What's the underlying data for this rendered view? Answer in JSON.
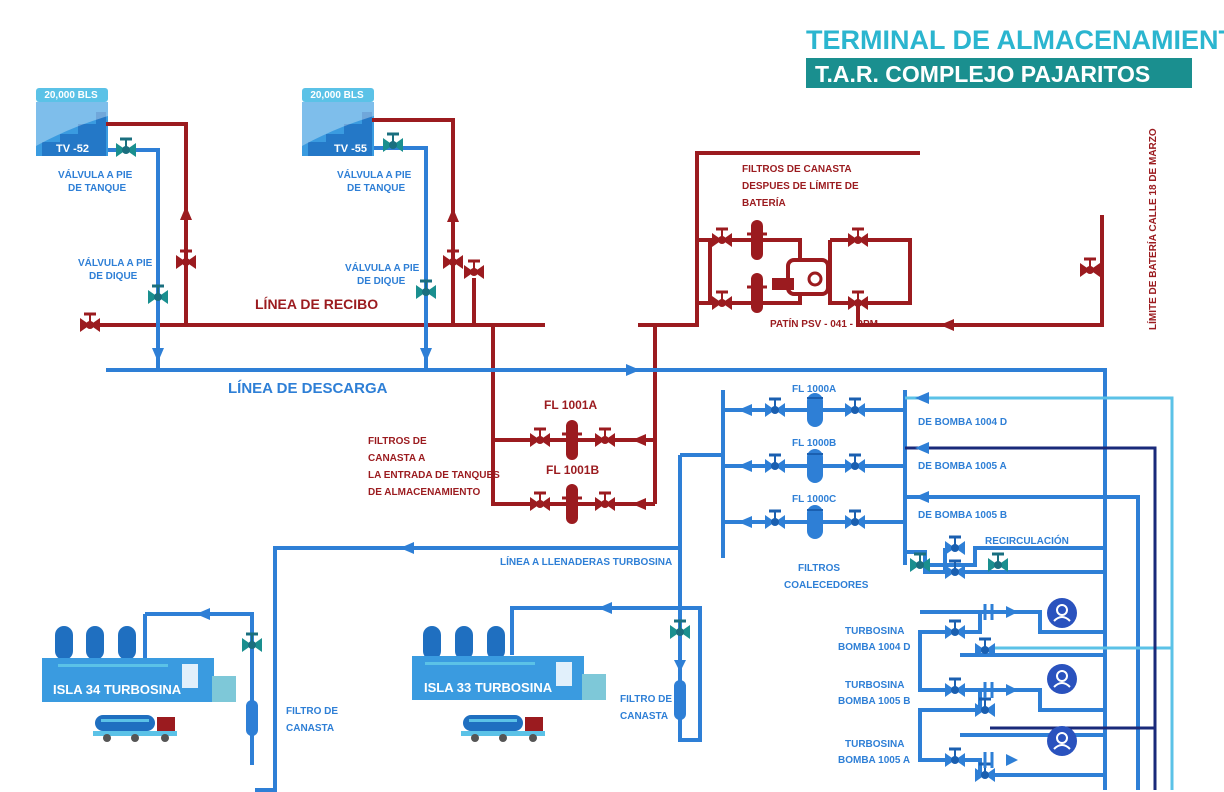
{
  "title": {
    "line1": "TERMINAL DE ALMACENAMIENTO",
    "line2": "T.A.R. COMPLEJO PAJARITOS"
  },
  "colors": {
    "red": "#9b1b1f",
    "blue": "#2e7fd6",
    "lightblue": "#5bc2e7",
    "navy": "#1a2a7a",
    "teal": "#1a8f8f",
    "tank": "#3a9be0"
  },
  "tanks": [
    {
      "capacity": "20,000 BLS",
      "name": "TV -52",
      "valve_label_1": "VÁLVULA A PIE",
      "valve_label_2": "DE TANQUE"
    },
    {
      "capacity": "20,000 BLS",
      "name": "TV -55",
      "valve_label_1": "VÁLVULA A PIE",
      "valve_label_2": "DE TANQUE"
    }
  ],
  "dike_valves": [
    {
      "line1": "VÁLVULA A PIE",
      "line2": "DE DIQUE"
    },
    {
      "line1": "VÁLVULA A PIE",
      "line2": "DE DIQUE"
    }
  ],
  "lines": {
    "recibo": "LÍNEA DE RECIBO",
    "descarga": "LÍNEA DE DESCARGA",
    "llenaderas": "LÍNEA A LLENADERAS TURBOSINA"
  },
  "basket_filters_after": {
    "line1": "FILTROS DE CANASTA",
    "line2": "DESPUES DE LÍMITE DE",
    "line3": "BATERÍA"
  },
  "skid": "PATÍN PSV - 041 - RPM",
  "battery_limit": "LÍMITE DE BATERÍA CALLE 18 DE MARZO",
  "inlet_filters": {
    "fl_a": "FL 1001A",
    "fl_b": "FL 1001B",
    "line1": "FILTROS DE",
    "line2": "CANASTA A",
    "line3": "LA ENTRADA DE TANQUES",
    "line4": "DE ALMACENAMIENTO"
  },
  "coalescers": {
    "fl_a": "FL 1000A",
    "fl_b": "FL 1000B",
    "fl_c": "FL 1000C",
    "line1": "FILTROS",
    "line2": "COALECEDORES"
  },
  "pump_sources": [
    "DE BOMBA 1004 D",
    "DE BOMBA 1005 A",
    "DE BOMBA 1005 B"
  ],
  "recirculation": "RECIRCULACIÓN",
  "pumps": [
    {
      "line1": "TURBOSINA",
      "line2": "BOMBA 1004 D"
    },
    {
      "line1": "TURBOSINA",
      "line2": "BOMBA 1005 B"
    },
    {
      "line1": "TURBOSINA",
      "line2": "BOMBA 1005 A"
    }
  ],
  "islands": [
    {
      "name": "ISLA 34 TURBOSINA",
      "filter1": "FILTRO DE",
      "filter2": "CANASTA"
    },
    {
      "name": "ISLA 33 TURBOSINA",
      "filter1": "FILTRO DE",
      "filter2": "CANASTA"
    }
  ]
}
